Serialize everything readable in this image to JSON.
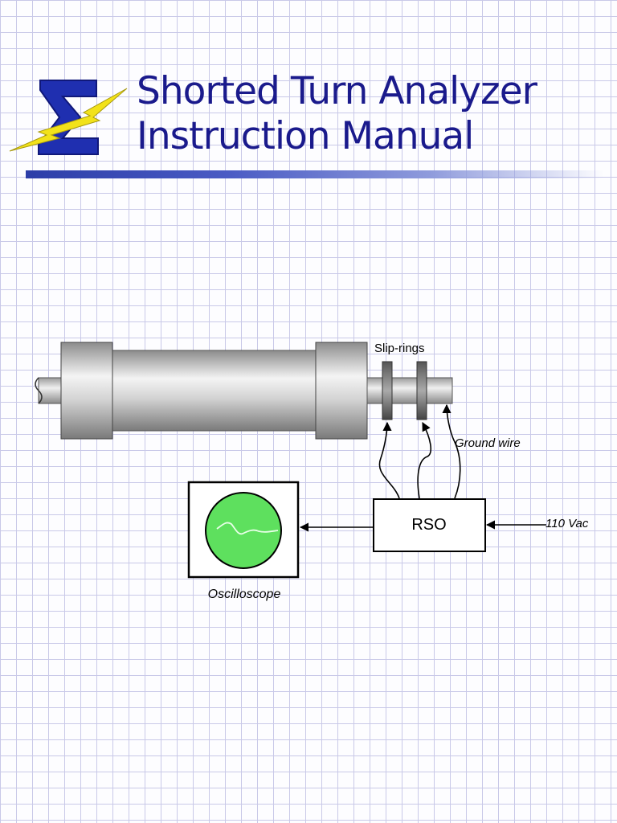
{
  "header": {
    "title_line1": "Shorted Turn Analyzer",
    "title_line2": "Instruction Manual",
    "logo_icon": "sigma-lightning-logo"
  },
  "diagram": {
    "slip_rings_label": "Slip-rings",
    "ground_wire_label": "Ground wire",
    "rso_label": "RSO",
    "power_label": "110 Vac",
    "oscilloscope_label": "Oscilloscope"
  },
  "colors": {
    "title": "#1a1a8c",
    "sigma": "#1f2fb0",
    "lightning": "#f2e21a",
    "screen": "#5ee05e",
    "grid": "#c9c9e8"
  }
}
